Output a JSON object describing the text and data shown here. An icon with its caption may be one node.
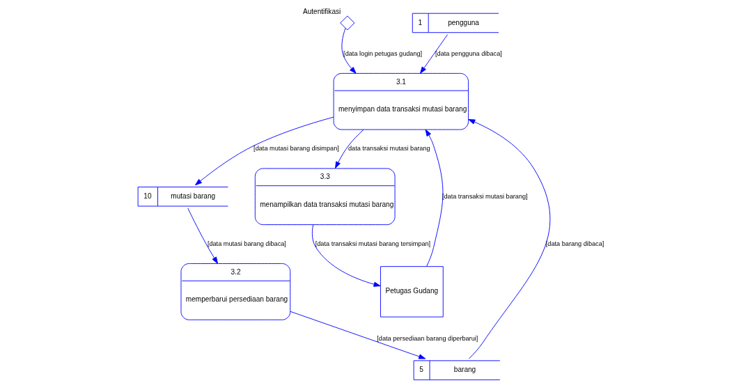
{
  "diagram": {
    "nodes": [
      {
        "text": [
          "Autentifikasi"
        ]
      },
      {
        "text": [
          "1",
          "pengguna"
        ]
      },
      {
        "text": [
          "3.1",
          "menyimpan data transaksi mutasi barang"
        ]
      },
      {
        "text": [
          "Petugas Gudang"
        ]
      },
      {
        "text": [
          "5",
          "barang"
        ]
      },
      {
        "text": [
          "10",
          "mutasi barang"
        ]
      },
      {
        "text": [
          "3.2",
          "memperbarui persediaan barang"
        ]
      },
      {
        "text": [
          "3.3",
          "menampilkan data transaksi mutasi barang"
        ]
      }
    ],
    "edges": [
      {
        "from": 0,
        "to": 2,
        "arrow": "to",
        "label": "[data login petugas gudang]"
      },
      {
        "from": 1,
        "to": 2,
        "arrow": "to",
        "label": "[data pengguna dibaca]"
      },
      {
        "from": 4,
        "to": 2,
        "arrow": "to",
        "label": "[data barang dibaca]"
      },
      {
        "from": 3,
        "to": 2,
        "arrow": "to",
        "label": "[data transaksi mutasi barang]"
      },
      {
        "from": 2,
        "to": 5,
        "arrow": "to",
        "label": "[data mutasi barang disimpan]"
      },
      {
        "from": 2,
        "to": 7,
        "arrow": "to",
        "label": "data transaksi mutasi barang"
      },
      {
        "from": 5,
        "to": 6,
        "arrow": "to",
        "label": "[data mutasi barang dibaca]"
      },
      {
        "from": 6,
        "to": 4,
        "arrow": "to",
        "label": "[data persediaan barang diperbarui]"
      },
      {
        "from": 7,
        "to": 3,
        "arrow": "to",
        "label": "[data transaksi mutasi barang tersimpan]"
      }
    ]
  }
}
